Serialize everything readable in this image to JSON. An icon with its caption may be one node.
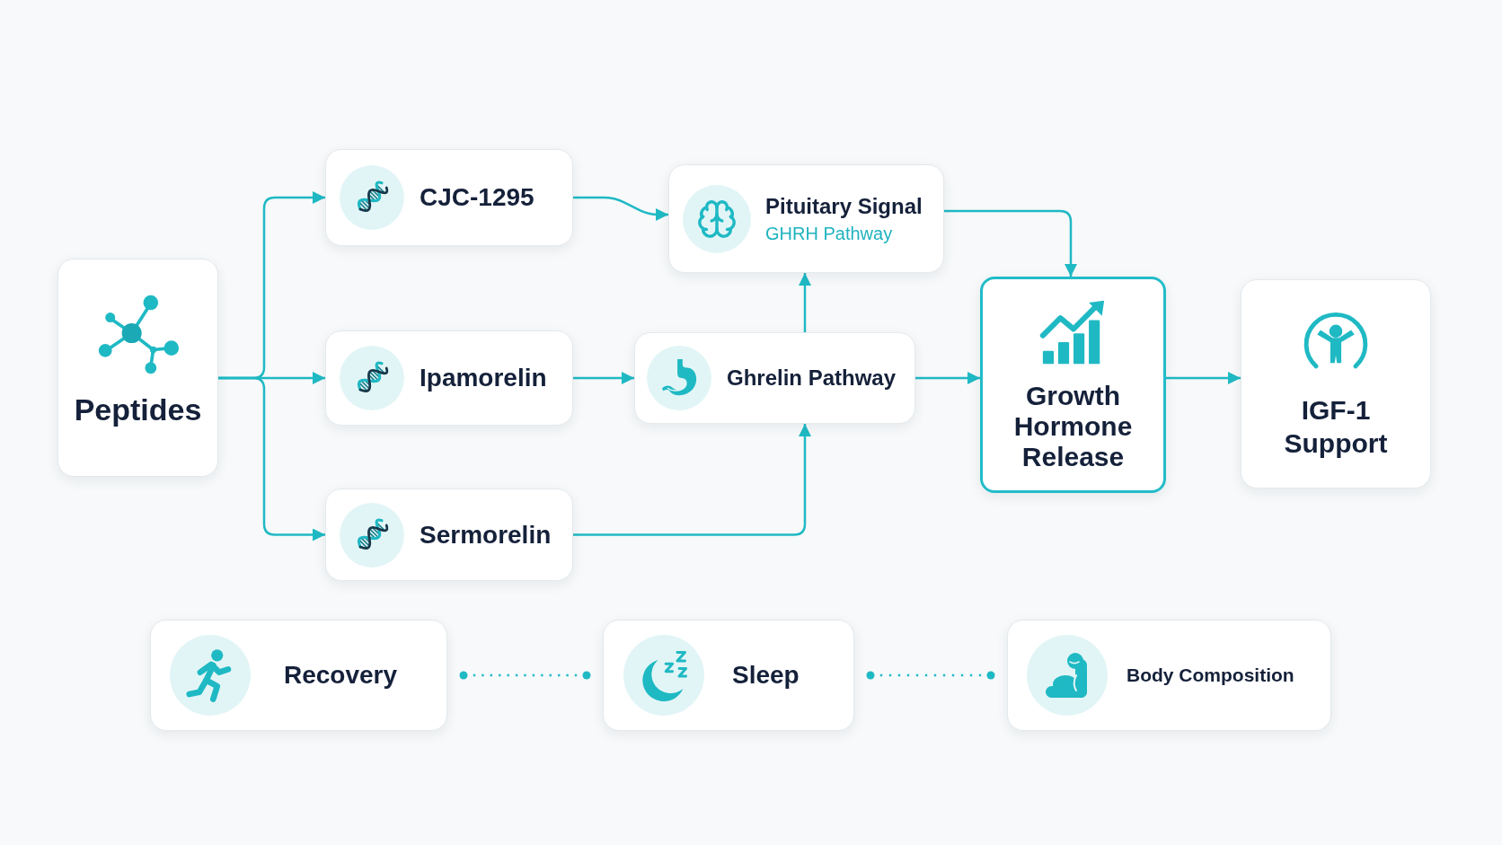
{
  "diagram": {
    "nodes": [
      {
        "text": [
          "Peptides"
        ]
      },
      {
        "text": [
          "CJC-1295"
        ]
      },
      {
        "text": [
          "Ipamorelin"
        ]
      },
      {
        "text": [
          "Sermorelin"
        ]
      },
      {
        "text": [
          "Pituitary Signal",
          "GHRH Pathway"
        ]
      },
      {
        "text": [
          "Ghrelin Pathway"
        ]
      },
      {
        "text": [
          "Growth Hormone Release"
        ]
      },
      {
        "text": [
          "IGF-1 Support"
        ]
      },
      {
        "text": [
          "Recovery"
        ]
      },
      {
        "text": [
          "Sleep"
        ]
      },
      {
        "text": [
          "Body Composition"
        ]
      }
    ],
    "edges": [
      {
        "from": 0,
        "to": 1,
        "arrow": "to"
      },
      {
        "from": 0,
        "to": 2,
        "arrow": "to"
      },
      {
        "from": 0,
        "to": 3,
        "arrow": "to"
      },
      {
        "from": 1,
        "to": 4,
        "arrow": "to"
      },
      {
        "from": 2,
        "to": 5,
        "arrow": "to"
      },
      {
        "from": 3,
        "to": 5,
        "arrow": "to"
      },
      {
        "from": 5,
        "to": 4,
        "arrow": "to"
      },
      {
        "from": 4,
        "to": 6,
        "arrow": "to"
      },
      {
        "from": 5,
        "to": 6,
        "arrow": "to"
      },
      {
        "from": 6,
        "to": 7,
        "arrow": "to"
      },
      {
        "from": 8,
        "to": 9,
        "arrow": "other",
        "style": "dashed"
      },
      {
        "from": 9,
        "to": 10,
        "arrow": "other",
        "style": "dashed"
      }
    ]
  }
}
